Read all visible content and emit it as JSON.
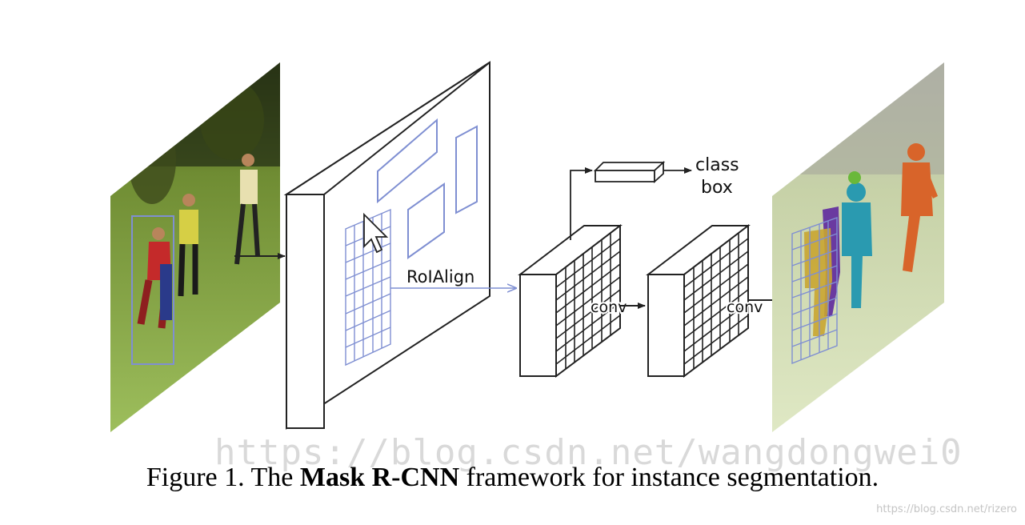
{
  "diagram": {
    "labels": {
      "roialign": "RoIAlign",
      "conv_1": "conv",
      "conv_2": "conv",
      "class": "class",
      "box": "box"
    },
    "colors": {
      "roi_blue": "#7f8fd2",
      "line": "#222222",
      "person_orange": "#d8642a",
      "person_teal": "#2a9ab0",
      "person_purple": "#6a3aa0",
      "person_yellow": "#c9a531",
      "person_green": "#6ab83a",
      "field_green": "#8fb35a"
    }
  },
  "caption": {
    "prefix": "Figure 1. The ",
    "bold": "Mask R-CNN",
    "suffix": " framework for instance segmentation."
  },
  "watermark": {
    "main": "https://blog.csdn.net/wangdongwei0",
    "corner": "https://blog.csdn.net/rizero"
  }
}
